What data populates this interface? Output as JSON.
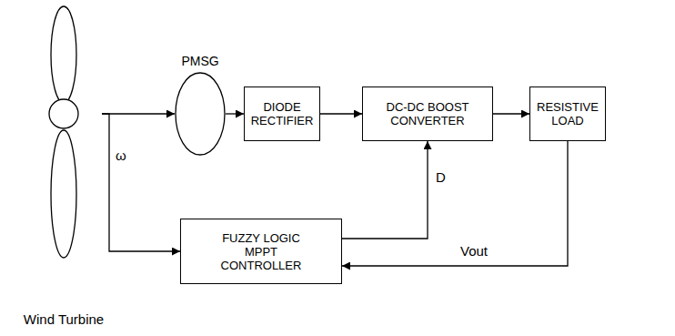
{
  "diagram": {
    "nodes": [
      {
        "text": [
          "Wind Turbine"
        ]
      },
      {
        "text": [
          "PMSG"
        ]
      },
      {
        "text": [
          "DIODE RECTIFIER"
        ]
      },
      {
        "text": [
          "DC-DC BOOST CONVERTER"
        ]
      },
      {
        "text": [
          "RESISTIVE LOAD"
        ]
      },
      {
        "text": [
          "FUZZY LOGIC MPPT CONTROLLER"
        ]
      }
    ],
    "edges": [
      {
        "from": 0,
        "to": 1,
        "arrow": "to"
      },
      {
        "from": 1,
        "to": 2,
        "arrow": "to"
      },
      {
        "from": 2,
        "to": 3,
        "arrow": "to"
      },
      {
        "from": 3,
        "to": 4,
        "arrow": "to"
      },
      {
        "from": 0,
        "to": 5,
        "label": "ω",
        "arrow": "to"
      },
      {
        "from": 5,
        "to": 3,
        "label": "D",
        "arrow": "to"
      },
      {
        "from": 4,
        "to": 5,
        "label": "Vout",
        "arrow": "to"
      }
    ]
  }
}
